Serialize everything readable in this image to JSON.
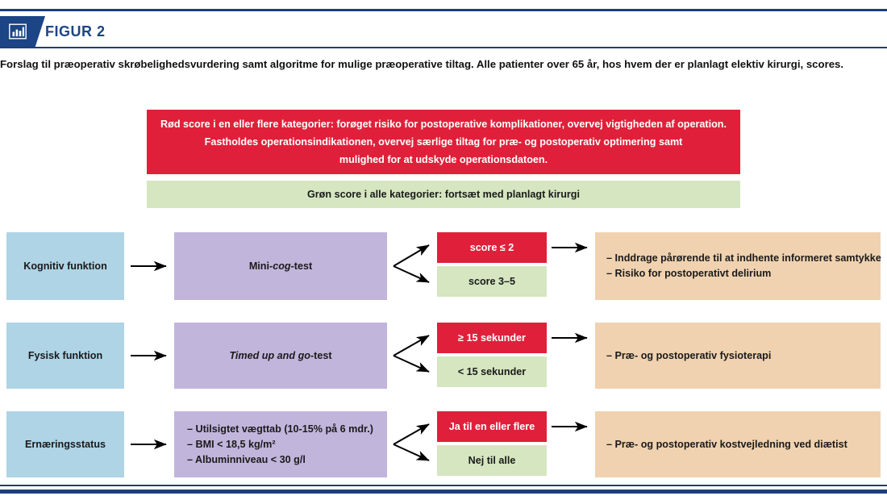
{
  "header": {
    "badge_icon": "bar-chart-icon",
    "figure_label": "FIGUR 2",
    "accent_color": "#1b4585"
  },
  "caption": "Forslag til præoperativ skrøbelighedsvurdering samt algoritme for mulige præoperative tiltag. Alle patienter over 65 år, hos hvem der er planlagt elektiv kirurgi, scores.",
  "banners": {
    "red": {
      "color": "#e0203a",
      "line1": "Rød score i en eller flere kategorier: forøget risiko for postoperative komplikationer, overvej vigtigheden af operation.",
      "line2": "Fastholdes operationsindikationen, overvej særlige tiltag for præ- og postoperativ optimering samt",
      "line3": "mulighed for at udskyde operationsdatoen."
    },
    "green": {
      "color": "#d5e6c0",
      "text": "Grøn score i alle kategorier: fortsæt med planlagt kirurgi"
    }
  },
  "colors": {
    "category": "#aed4e6",
    "test": "#c2b5dc",
    "red": "#e0203a",
    "green": "#d5e6c0",
    "outcome": "#f0d2b0",
    "rule": "#1b3f7a"
  },
  "rows": [
    {
      "category": "Kognitiv funktion",
      "test_prefix": "Mini-",
      "test_italic": "cog",
      "test_suffix": "-test",
      "red_result": "score ≤ 2",
      "green_result": "score 3–5",
      "outcome_lines": [
        "– Inddrage pårørende til at indhente informeret samtykke",
        "– Risiko for postoperativt delirium"
      ]
    },
    {
      "category": "Fysisk funktion",
      "test_prefix": "",
      "test_italic": "Timed up and go",
      "test_suffix": "-test",
      "red_result": "≥ 15 sekunder",
      "green_result": "< 15 sekunder",
      "outcome_lines": [
        "– Præ- og postoperativ fysioterapi"
      ]
    },
    {
      "category": "Ernæringsstatus",
      "test_lines": [
        "– Utilsigtet vægttab (10-15% på 6 mdr.)",
        "– BMI < 18,5 kg/m²",
        "– Albuminniveau < 30 g/l"
      ],
      "red_result": "Ja til en eller flere",
      "green_result": "Nej til alle",
      "outcome_lines": [
        "– Præ- og postoperativ kostvejledning ved diætist"
      ]
    }
  ]
}
